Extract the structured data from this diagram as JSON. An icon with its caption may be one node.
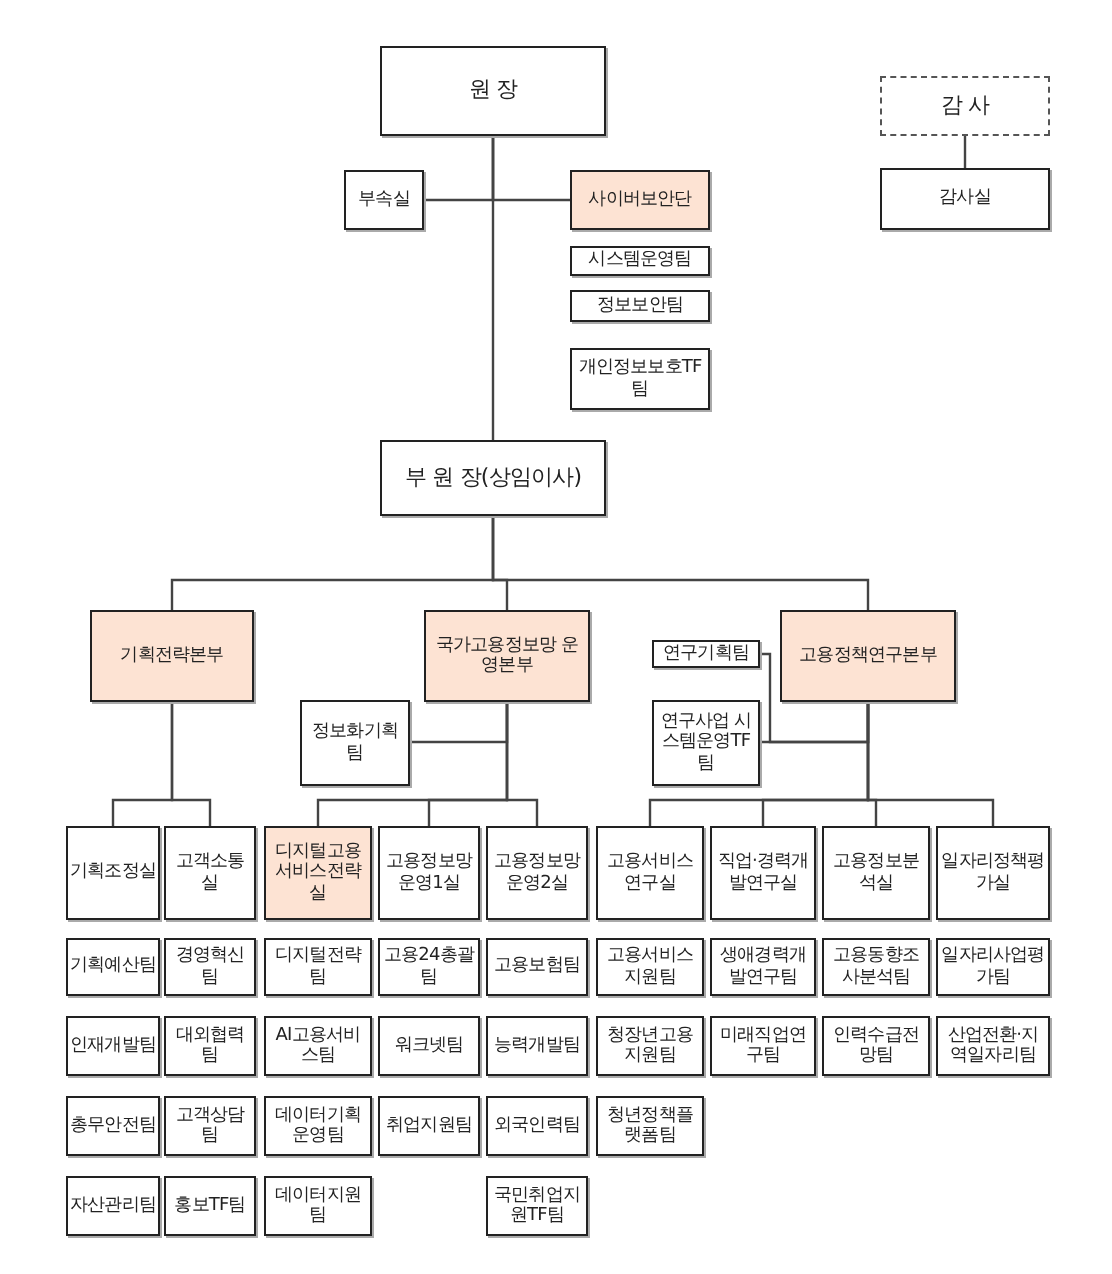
{
  "diagram": {
    "nodes": [
      {
        "text": [
          "원 장"
        ]
      },
      {
        "text": [
          "감 사"
        ]
      },
      {
        "text": [
          "부속실"
        ]
      },
      {
        "text": [
          "사이버보안단"
        ]
      },
      {
        "text": [
          "감사실"
        ]
      },
      {
        "text": [
          "시스템운영팀"
        ]
      },
      {
        "text": [
          "정보보안팀"
        ]
      },
      {
        "text": [
          "개인정보보호TF팀"
        ]
      },
      {
        "text": [
          "부 원 장(상임이사)"
        ]
      },
      {
        "text": [
          "기획전략본부"
        ]
      },
      {
        "text": [
          "국가고용정보망 운영본부"
        ]
      },
      {
        "text": [
          "연구기획팀"
        ]
      },
      {
        "text": [
          "고용정책연구본부"
        ]
      },
      {
        "text": [
          "정보화기획팀"
        ]
      },
      {
        "text": [
          "연구사업 시스템운영TF팀"
        ]
      },
      {
        "text": [
          "기획조정실"
        ]
      },
      {
        "text": [
          "고객소통실"
        ]
      },
      {
        "text": [
          "디지털고용서비스전략실"
        ]
      },
      {
        "text": [
          "고용정보망운영1실"
        ]
      },
      {
        "text": [
          "고용정보망운영2실"
        ]
      },
      {
        "text": [
          "고용서비스연구실"
        ]
      },
      {
        "text": [
          "직업·경력개발연구실"
        ]
      },
      {
        "text": [
          "고용정보분석실"
        ]
      },
      {
        "text": [
          "일자리정책평가실"
        ]
      },
      {
        "text": [
          "기획예산팀"
        ]
      },
      {
        "text": [
          "경영혁신팀"
        ]
      },
      {
        "text": [
          "디지털전략팀"
        ]
      },
      {
        "text": [
          "고용24총괄팀"
        ]
      },
      {
        "text": [
          "고용보험팀"
        ]
      },
      {
        "text": [
          "고용서비스지원팀"
        ]
      },
      {
        "text": [
          "생애경력개발연구팀"
        ]
      },
      {
        "text": [
          "고용동향조사분석팀"
        ]
      },
      {
        "text": [
          "일자리사업평가팀"
        ]
      },
      {
        "text": [
          "인재개발팀"
        ]
      },
      {
        "text": [
          "대외협력팀"
        ]
      },
      {
        "text": [
          "AI고용서비스팀"
        ]
      },
      {
        "text": [
          "워크넷팀"
        ]
      },
      {
        "text": [
          "능력개발팀"
        ]
      },
      {
        "text": [
          "청장년고용지원팀"
        ]
      },
      {
        "text": [
          "미래직업연구팀"
        ]
      },
      {
        "text": [
          "인력수급전망팀"
        ]
      },
      {
        "text": [
          "산업전환·지역일자리팀"
        ]
      },
      {
        "text": [
          "총무안전팀"
        ]
      },
      {
        "text": [
          "고객상담팀"
        ]
      },
      {
        "text": [
          "데이터기획운영팀"
        ]
      },
      {
        "text": [
          "취업지원팀"
        ]
      },
      {
        "text": [
          "외국인력팀"
        ]
      },
      {
        "text": [
          "청년정책플랫폼팀"
        ]
      },
      {
        "text": [
          "자산관리팀"
        ]
      },
      {
        "text": [
          "홍보TF팀"
        ]
      },
      {
        "text": [
          "데이터지원팀"
        ]
      },
      {
        "text": [
          "국민취업지원TF팀"
        ]
      }
    ],
    "edges": [
      {
        "from": 0,
        "to": 8,
        "arrow": "none"
      },
      {
        "from": 0,
        "to": 2,
        "arrow": "none"
      },
      {
        "from": 0,
        "to": 3,
        "arrow": "none"
      },
      {
        "from": 1,
        "to": 4,
        "arrow": "none"
      },
      {
        "from": 8,
        "to": 9,
        "arrow": "none"
      },
      {
        "from": 8,
        "to": 10,
        "arrow": "none"
      },
      {
        "from": 8,
        "to": 12,
        "arrow": "none"
      },
      {
        "from": 10,
        "to": 13,
        "arrow": "none"
      },
      {
        "from": 12,
        "to": 11,
        "arrow": "none"
      },
      {
        "from": 12,
        "to": 14,
        "arrow": "none"
      },
      {
        "from": 9,
        "to": 15,
        "arrow": "none"
      },
      {
        "from": 9,
        "to": 16,
        "arrow": "none"
      },
      {
        "from": 10,
        "to": 17,
        "arrow": "none"
      },
      {
        "from": 10,
        "to": 18,
        "arrow": "none"
      },
      {
        "from": 10,
        "to": 19,
        "arrow": "none"
      },
      {
        "from": 12,
        "to": 20,
        "arrow": "none"
      },
      {
        "from": 12,
        "to": 21,
        "arrow": "none"
      },
      {
        "from": 12,
        "to": 22,
        "arrow": "none"
      },
      {
        "from": 12,
        "to": 23,
        "arrow": "none"
      }
    ]
  }
}
